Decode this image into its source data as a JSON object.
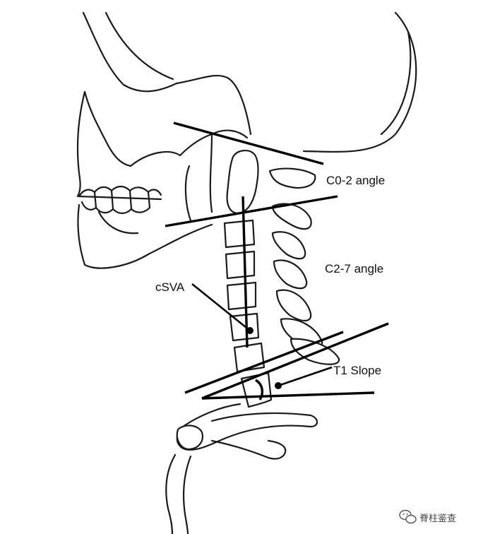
{
  "labels": {
    "c02_angle": "C0-2 angle",
    "c27_angle": "C2-7 angle",
    "csva": "cSVA",
    "t1_slope": "T1 Slope"
  },
  "watermark": {
    "text": "脊柱鉴查",
    "icon": "wechat-icon"
  },
  "colors": {
    "line": "#000000",
    "background": "#ffffff"
  }
}
